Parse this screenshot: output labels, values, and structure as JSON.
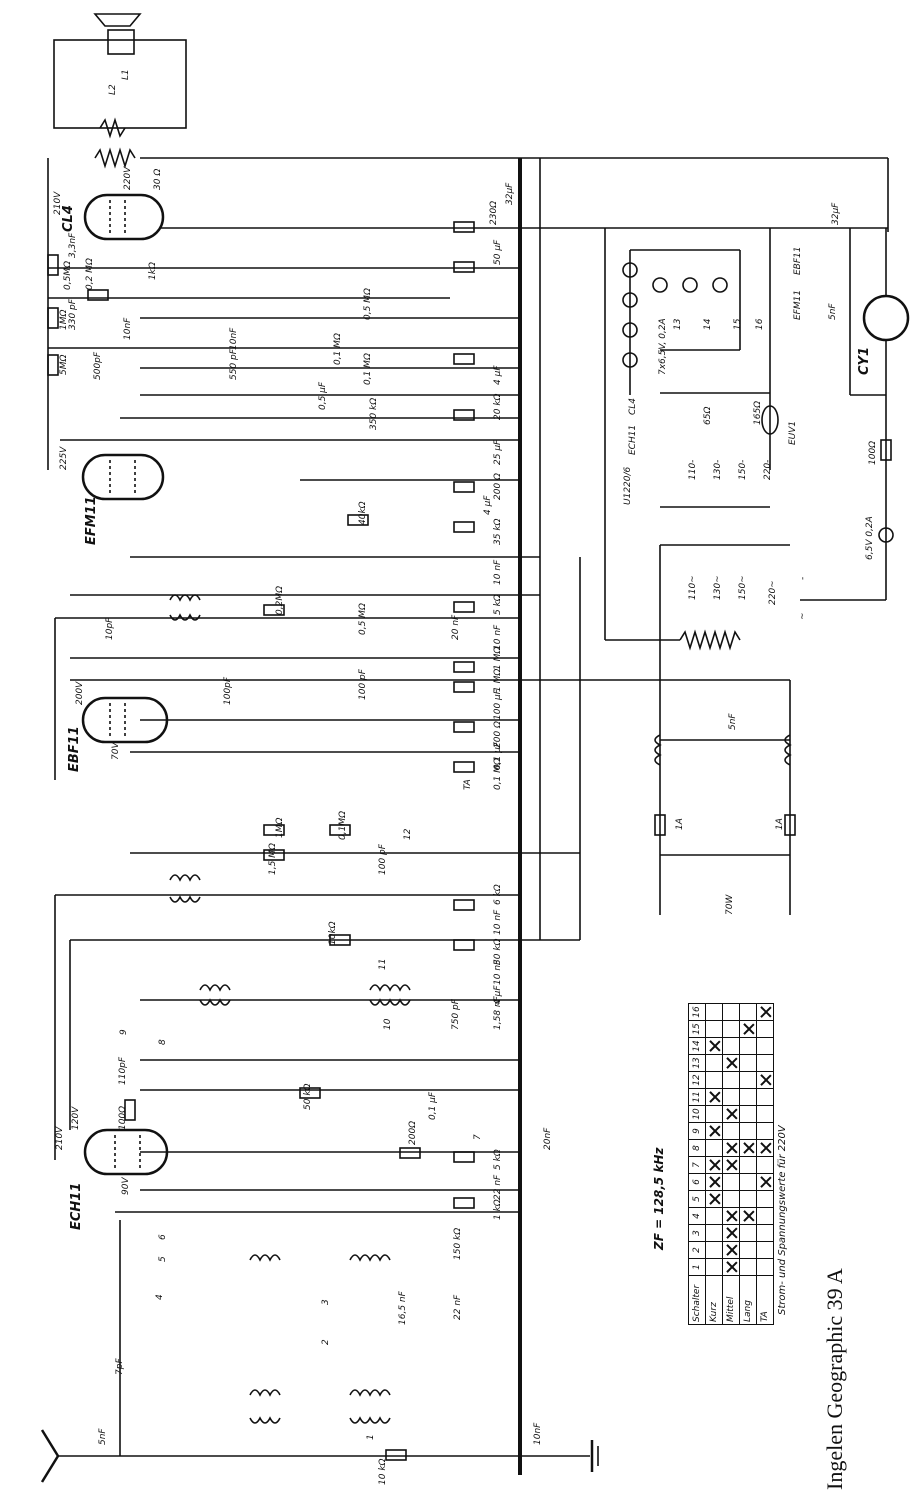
{
  "title": "Ingelen Geographic 39 A",
  "if_note": "ZF = 128,5 kHz",
  "measurement_note": "Strom- und Spannungswerte für 220V",
  "tubes": [
    {
      "name": "CL4",
      "voltages": [
        "210V",
        "220V"
      ]
    },
    {
      "name": "EFM11",
      "voltages": [
        "225V"
      ]
    },
    {
      "name": "EBF11",
      "voltages": [
        "200V",
        "70V"
      ]
    },
    {
      "name": "ECH11",
      "voltages": [
        "210V",
        "120V",
        "90V"
      ]
    },
    {
      "name": "CY1",
      "voltages": []
    },
    {
      "name": "EUV1",
      "voltages": []
    }
  ],
  "labels": {
    "cl4": "CL4",
    "efm11": "EFM11",
    "ebf11": "EBF11",
    "ech11": "ECH11",
    "cy1": "CY1",
    "euv1": "EUV1",
    "v210a": "210V",
    "v220": "220V",
    "v225": "225V",
    "v200": "200V",
    "v70": "70V",
    "v210b": "210V",
    "v120": "120V",
    "v90": "90V",
    "r30": "30 Ω",
    "r230": "230Ω",
    "c32": "32µF",
    "c50": "50 µF",
    "r05m": "0,5MΩ",
    "c33n": "3,3nF",
    "r02m": "0,2 MΩ",
    "c330p": "330 pF",
    "r1m_a": "1MΩ",
    "r5m": "5MΩ",
    "c500p": "500pF",
    "r1k": "1kΩ",
    "c10n_a": "10nF",
    "c10n_b": "10nF",
    "c550p": "550 pF",
    "pot01m": "0,1 MΩ",
    "r05mb": "0,5 MΩ",
    "r01m": "0,1 MΩ",
    "c05u": "0,5 µF",
    "c4u": "4 µF",
    "r20k": "20 kΩ",
    "r350k": "350 kΩ",
    "c25u": "25 µF",
    "r200": "200 Ω",
    "r40k": "40kΩ",
    "c4u_b": "4 µF",
    "r35k": "35 kΩ",
    "c10n_c": "10 nF",
    "r5k": "5 kΩ",
    "r02m_b": "0,2MΩ",
    "pot05m": "0,5 MΩ",
    "c20n": "20 nF",
    "c10p": "10pF",
    "c100p_a": "100pF",
    "c100p_b": "100 pF",
    "c10n_d": "10 nF",
    "r1m_b": "1 MΩ",
    "r1m_c": "1 MΩ",
    "c100u": "100 µF",
    "r200b": "200 Ω",
    "c01u": "0,1 µF",
    "r01m_b": "0,1 MΩ",
    "ta": "TA",
    "r1m_d": "1MΩ",
    "r01m_c": "0,1MΩ",
    "r15m": "1,5 MΩ",
    "c100p_c": "100 pF",
    "sw12": "12",
    "r6k": "6 kΩ",
    "c10n_e": "10 nF",
    "r30k": "30 kΩ",
    "c10n_f": "10 nF",
    "c4u_c": "4 µF",
    "c158n": "1,58 nF",
    "c750p": "750 pF",
    "r10k": "10kΩ",
    "sw11": "11",
    "sw10": "10",
    "sw9": "9",
    "sw8": "8",
    "c110p": "110pF",
    "r100": "100Ω",
    "r50k": "50 kΩ",
    "c01u_b": "0,1 µF",
    "r200c": "200Ω",
    "sw7": "7",
    "r5k_b": "5 kΩ",
    "c22n": "22 nF",
    "r1k_b": "1 kΩ",
    "c20n_b": "20nF",
    "sw6": "6",
    "sw5": "5",
    "sw4": "4",
    "sw3": "3",
    "sw2": "2",
    "sw1": "1",
    "r150k": "150 kΩ",
    "c22n_b": "22 nF",
    "c165n": "16,5 nF",
    "c7p": "7pF",
    "c5n_ant": "5nF",
    "r10k_b": "10 kΩ",
    "c10n_gnd": "10nF",
    "lamps": "7x6,5V, 0,2A",
    "sw13": "13",
    "sw14": "14",
    "sw15": "15",
    "sw16": "16",
    "efm11_h": "EFM11",
    "ebf11_h": "EBF11",
    "ech11_h": "ECH11",
    "cl4_h": "CL4",
    "u1220": "U1220/6",
    "r65": "65Ω",
    "r165": "165Ω",
    "tap110dc": "110-",
    "tap130dc": "130-",
    "tap150dc": "150-",
    "tap220dc": "220-",
    "tap110ac": "110~",
    "tap130ac": "130~",
    "tap150ac": "150~",
    "tap220ac": "220~",
    "c32b": "32µF",
    "c5n_b": "5nF",
    "r100b": "100Ω",
    "lamp65": "6,5V 0,2A",
    "c5n_mains": "5nF",
    "fuse1": "1A",
    "fuse2": "1A",
    "power": "70W",
    "minus": "-",
    "tilde": "~",
    "l1": "L1",
    "l2": "L2"
  },
  "switch_table": {
    "header": [
      "Schalter",
      "1",
      "2",
      "3",
      "4",
      "5",
      "6",
      "7",
      "8",
      "9",
      "10",
      "11",
      "12",
      "13",
      "14",
      "15",
      "16"
    ],
    "rows": [
      {
        "label": "Kurz",
        "marks": [
          5,
          6,
          7,
          9,
          11,
          14
        ]
      },
      {
        "label": "Mittel",
        "marks": [
          1,
          2,
          3,
          4,
          7,
          8,
          10,
          13
        ]
      },
      {
        "label": "Lang",
        "marks": [
          4,
          8,
          15
        ]
      },
      {
        "label": "TA",
        "marks": [
          6,
          8,
          12,
          16
        ]
      }
    ]
  }
}
